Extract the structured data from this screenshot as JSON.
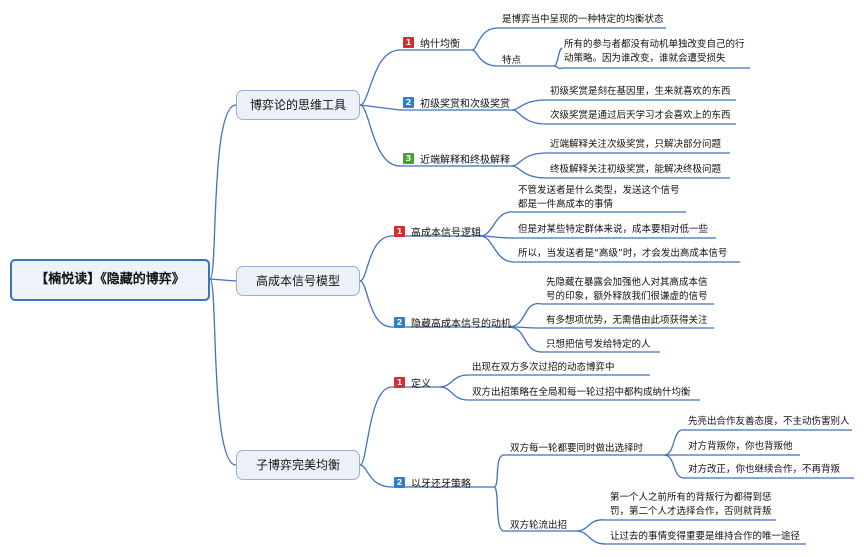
{
  "colors": {
    "branch": "#3f72c0",
    "badge_red": "#d92b2b",
    "badge_blue": "#2f7fd1",
    "badge_green": "#44a335"
  },
  "root": {
    "title": "【楠悦读】《隐藏的博弈》"
  },
  "branches": [
    {
      "title": "博弈论的思维工具",
      "subs": [
        {
          "num": "1",
          "badge": "red",
          "label": "纳什均衡",
          "leaves": [
            "是博弈当中呈现的一种特定的均衡状态"
          ],
          "group": {
            "label": "特点",
            "leaves": [
              "所有的参与者都没有动机单独改变自己的行动策略。因为谁改变，谁就会遭受损失"
            ]
          }
        },
        {
          "num": "2",
          "badge": "blue",
          "label": "初级奖赏和次级奖赏",
          "leaves": [
            "初级奖赏是刻在基因里，生来就喜欢的东西",
            "次级奖赏是通过后天学习才会喜欢上的东西"
          ]
        },
        {
          "num": "3",
          "badge": "green",
          "label": "近端解释和终极解释",
          "leaves": [
            "近端解释关注次级奖赏，只解决部分问题",
            "终极解释关注初级奖赏，能解决终极问题"
          ]
        }
      ]
    },
    {
      "title": "高成本信号模型",
      "subs": [
        {
          "num": "1",
          "badge": "red",
          "label": "高成本信号逻辑",
          "leaves": [
            "不管发送者是什么类型，发送这个信号都是一件高成本的事情",
            "但是对某些特定群体来说，成本要相对低一些",
            "所以，当发送者是“高级”时，才会发出高成本信号"
          ]
        },
        {
          "num": "2",
          "badge": "blue",
          "label": "隐藏高成本信号的动机",
          "leaves": [
            "先隐藏在暴露会加强他人对其高成本信号的印象，额外释放我们很谦虚的信号",
            "有多想项优势，无需借由此项获得关注",
            "只想把信号发给特定的人"
          ]
        }
      ]
    },
    {
      "title": "子博弈完美均衡",
      "subs": [
        {
          "num": "1",
          "badge": "red",
          "label": "定义",
          "leaves": [
            "出现在双方多次过招的动态博弈中",
            "双方出招策略在全局和每一轮过招中都构成纳什均衡"
          ]
        },
        {
          "num": "2",
          "badge": "blue",
          "label": "以牙还牙策略",
          "groups": [
            {
              "label": "双方每一轮都要同时做出选择时",
              "leaves": [
                "先亮出合作友善态度，不主动伤害别人",
                "对方背叛你，你也背叛他",
                "对方改正，你也继续合作，不再背叛"
              ]
            },
            {
              "label": "双方轮流出招",
              "leaves": [
                "第一个人之前所有的背叛行为都得到惩罚，第二个人才选择合作，否则就背叛",
                "让过去的事情变得重要是维持合作的唯一途径"
              ]
            }
          ]
        }
      ]
    }
  ]
}
